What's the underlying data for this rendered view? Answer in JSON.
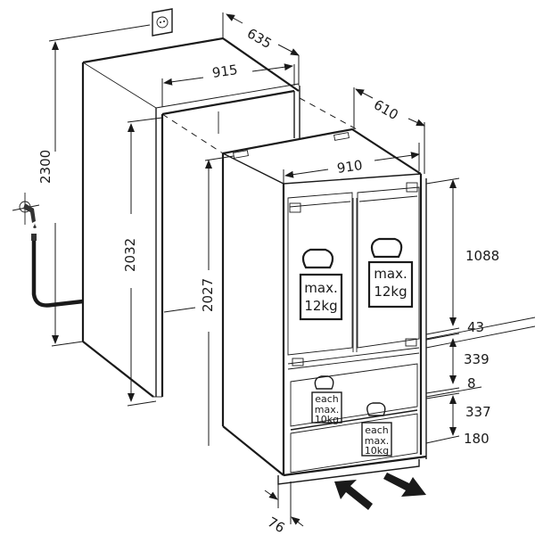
{
  "diagram": {
    "subject": "built-in french-door fridge installation dimensions",
    "units": "mm",
    "colors": {
      "line": "#1a1a1a",
      "hose": "#555555",
      "background": "#ffffff"
    }
  },
  "dimensions": {
    "niche_height_total": "2300",
    "niche_depth": "635",
    "niche_width": "915",
    "niche_height": "2032",
    "appliance_depth": "610",
    "appliance_width": "910",
    "appliance_height": "2027",
    "upper_door_height": "1088",
    "gap_1": "43",
    "drawer_1_height": "339",
    "gap_2": "8",
    "drawer_2_height": "337",
    "plinth_height": "180",
    "plinth_depth": "76"
  },
  "load_labels": {
    "left_door": {
      "line1": "max.",
      "line2": "12kg"
    },
    "right_door": {
      "line1": "max.",
      "line2": "12kg"
    },
    "drawer_upper": {
      "line1": "each",
      "line2": "max.",
      "line3": "10kg"
    },
    "drawer_lower": {
      "line1": "each",
      "line2": "max.",
      "line3": "10kg"
    }
  },
  "icons": {
    "socket": "power-socket-icon",
    "water": "water-tap-icon",
    "airflow": "ventilation-arrows-icon"
  }
}
